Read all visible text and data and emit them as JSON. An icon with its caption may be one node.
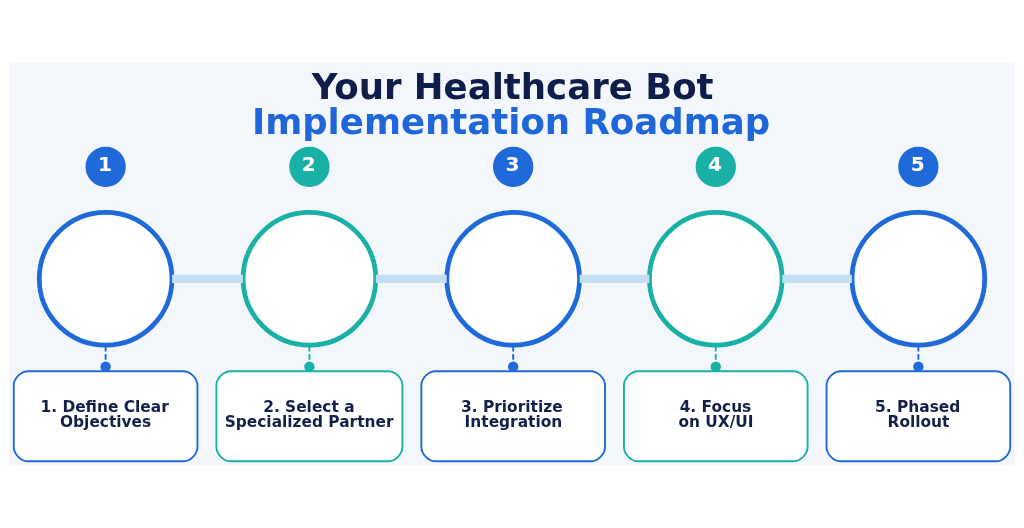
{
  "diagram": {
    "title": "Your Healthcare Bot Implementation Roadmap",
    "nodes": [
      {
        "text": [
          "1"
        ]
      },
      {
        "text": [],
        "shape": "circle"
      },
      {
        "text": [
          "2"
        ]
      },
      {
        "text": [],
        "shape": "circle"
      },
      {
        "text": [
          "3"
        ]
      },
      {
        "text": [],
        "shape": "circle"
      },
      {
        "text": [
          "4"
        ]
      },
      {
        "text": [],
        "shape": "circle"
      },
      {
        "text": [
          "5"
        ]
      },
      {
        "text": [],
        "shape": "circle"
      },
      {
        "text": [
          "1. Define Clear Objectives"
        ]
      },
      {
        "text": [
          "2. Select a Specialized Partner"
        ]
      },
      {
        "text": [
          "3. Prioritize Integration"
        ]
      },
      {
        "text": [
          "4. Focus on UX/UI"
        ]
      },
      {
        "text": [
          "5. Phased Rollout"
        ]
      }
    ],
    "edges": [
      {
        "from": 1,
        "to": 3,
        "arrow": "none",
        "style": "thick",
        "color": "#c3e0f3"
      },
      {
        "from": 3,
        "to": 5,
        "arrow": "none",
        "style": "thick",
        "color": "#c3e0f3"
      },
      {
        "from": 5,
        "to": 7,
        "arrow": "none",
        "style": "thick",
        "color": "#c3e0f3"
      },
      {
        "from": 7,
        "to": 9,
        "arrow": "none",
        "style": "thick",
        "color": "#c3e0f3"
      },
      {
        "from": 1,
        "to": 10,
        "arrow": "other",
        "style": "dashed",
        "color": "#1f6ad8"
      },
      {
        "from": 3,
        "to": 11,
        "arrow": "other",
        "style": "dashed",
        "color": "#19b0a6"
      },
      {
        "from": 5,
        "to": 12,
        "arrow": "other",
        "style": "dashed",
        "color": "#1f6ad8"
      },
      {
        "from": 7,
        "to": 13,
        "arrow": "other",
        "style": "dashed",
        "color": "#19b0a6"
      },
      {
        "from": 9,
        "to": 14,
        "arrow": "other",
        "style": "dashed",
        "color": "#1f6ad8"
      }
    ]
  }
}
